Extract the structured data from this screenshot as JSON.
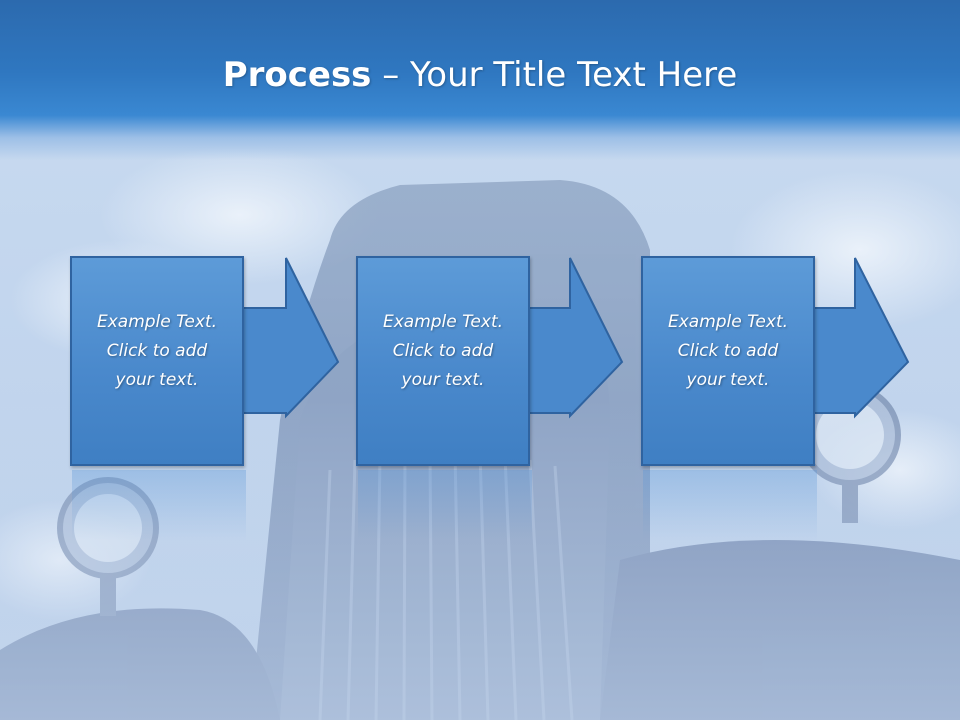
{
  "slide": {
    "title_bold": "Process",
    "title_rest": " – Your Title Text Here"
  },
  "steps": [
    {
      "line1": "Example Text.",
      "line2": "Click  to add",
      "line3": "your text."
    },
    {
      "line1": "Example Text.",
      "line2": "Click  to add",
      "line3": "your text."
    },
    {
      "line1": "Example Text.",
      "line2": "Click  to add",
      "line3": "your text."
    }
  ],
  "colors": {
    "title_band": "#2f77c0",
    "box_fill": "#4a89cc",
    "box_border": "#2f63a0",
    "text": "#ffffff"
  }
}
